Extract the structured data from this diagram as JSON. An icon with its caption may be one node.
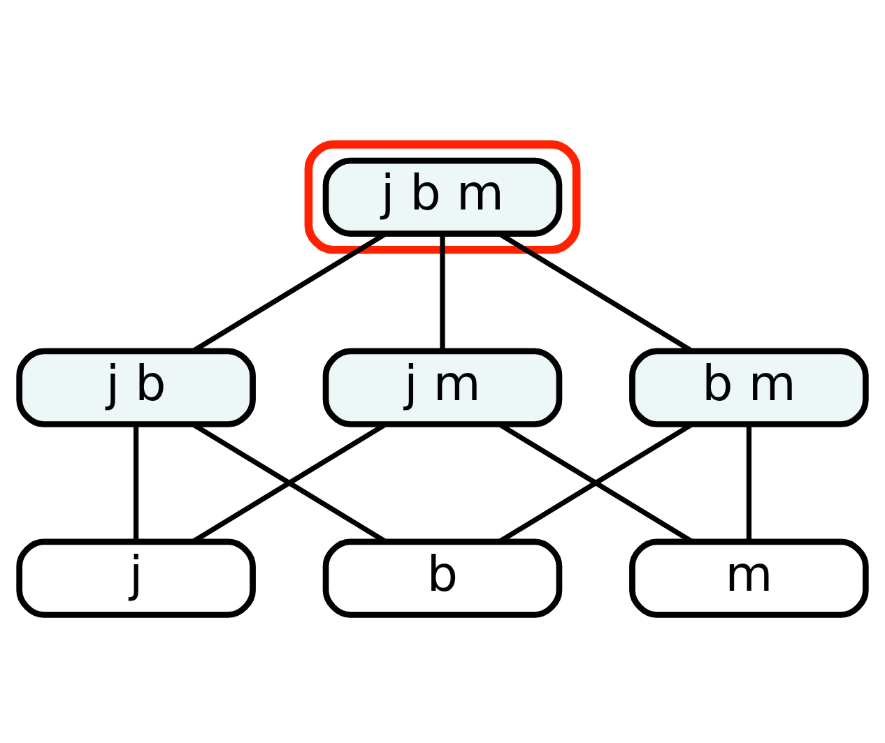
{
  "diagram": {
    "nodes": [
      {
        "text": [],
        "shape": "ellipse"
      },
      {
        "text": [
          "j b m"
        ],
        "in": 0
      },
      {
        "text": [
          "j b"
        ]
      },
      {
        "text": [
          "j m"
        ]
      },
      {
        "text": [
          "b m"
        ]
      },
      {
        "text": [
          "j"
        ]
      },
      {
        "text": [
          "b"
        ]
      },
      {
        "text": [
          "m"
        ]
      }
    ],
    "edges": [
      {
        "from": 1,
        "to": 2,
        "arrow": "none"
      },
      {
        "from": 1,
        "to": 3,
        "arrow": "none"
      },
      {
        "from": 1,
        "to": 4,
        "arrow": "none"
      },
      {
        "from": 2,
        "to": 5,
        "arrow": "none"
      },
      {
        "from": 2,
        "to": 6,
        "arrow": "none"
      },
      {
        "from": 3,
        "to": 5,
        "arrow": "none"
      },
      {
        "from": 3,
        "to": 7,
        "arrow": "none"
      },
      {
        "from": 4,
        "to": 6,
        "arrow": "none"
      },
      {
        "from": 4,
        "to": 7,
        "arrow": "none"
      }
    ]
  }
}
